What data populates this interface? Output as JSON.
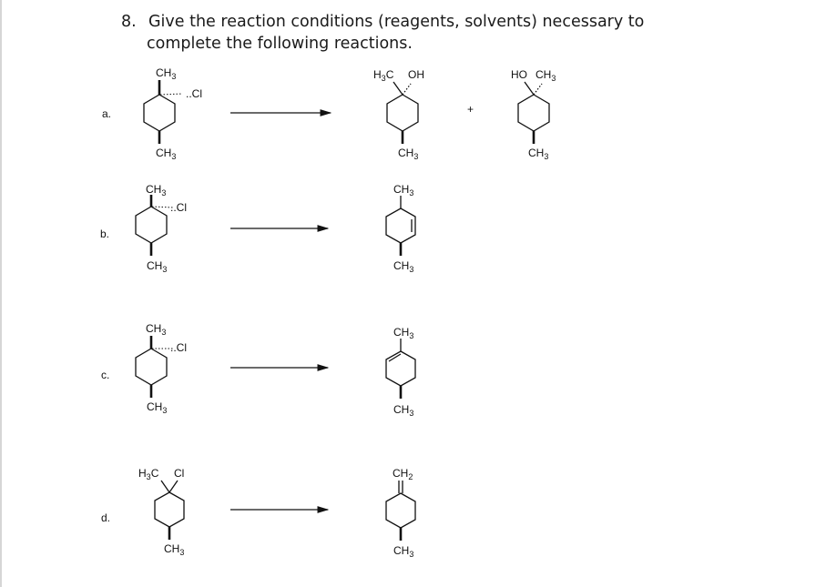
{
  "question": {
    "number": "8.",
    "line1": "Give the reaction conditions (reagents, solvents) necessary to",
    "line2": "complete the following reactions."
  },
  "reactions": [
    {
      "label": "a.",
      "reactant": {
        "top": "CH3",
        "side": "Cl",
        "bottom": "CH3"
      },
      "products": [
        {
          "top_left": "H3C",
          "top_right": "OH",
          "bottom": "CH3"
        },
        {
          "top_left": "HO",
          "top_right": "CH3",
          "bottom": "CH3"
        }
      ],
      "plus": "+"
    },
    {
      "label": "b.",
      "reactant": {
        "top": "CH3",
        "side": "Cl",
        "bottom": "CH3"
      },
      "product": {
        "top": "CH3",
        "bottom": "CH3"
      }
    },
    {
      "label": "c.",
      "reactant": {
        "top": "CH3",
        "side": "Cl",
        "bottom": "CH3"
      },
      "product": {
        "top": "CH3",
        "bottom": "CH3"
      }
    },
    {
      "label": "d.",
      "reactant": {
        "top_left": "H3C",
        "top_right": "Cl",
        "bottom": "CH3"
      },
      "product": {
        "top": "CH2",
        "bottom": "CH3"
      }
    }
  ]
}
